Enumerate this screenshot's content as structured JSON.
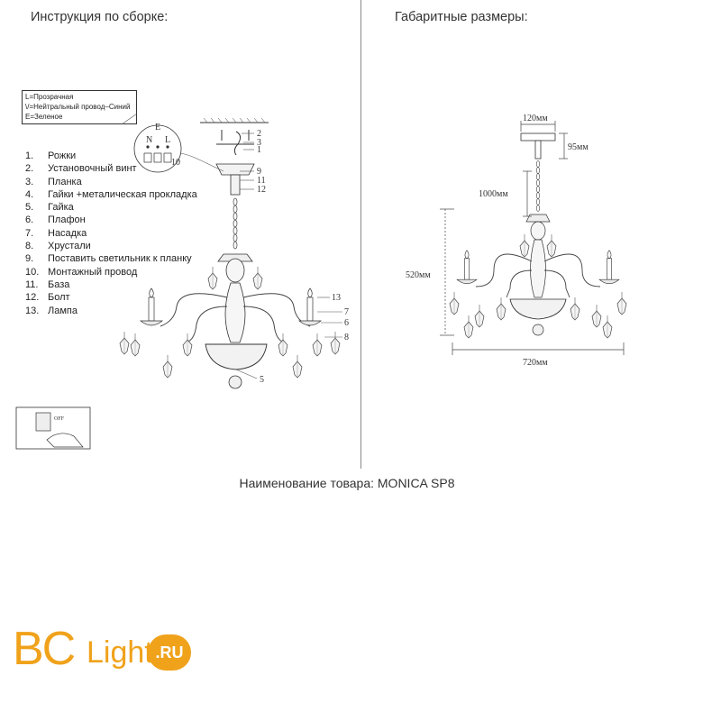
{
  "headings": {
    "assembly": "Инструкция по сборке:",
    "dimensions": "Габаритные размеры:"
  },
  "wiring_legend": [
    "L=Прозрачная",
    "\\/=Нейтральный провод–Синий",
    "E=Зеленое"
  ],
  "parts": [
    {
      "num": "1.",
      "label": "Рожки"
    },
    {
      "num": "2.",
      "label": "Установочный винт"
    },
    {
      "num": "3.",
      "label": "Планка"
    },
    {
      "num": "4.",
      "label": "Гайки +металическая прокладка"
    },
    {
      "num": "5.",
      "label": "Гайка"
    },
    {
      "num": "6.",
      "label": "Плафон"
    },
    {
      "num": "7.",
      "label": "Насадка"
    },
    {
      "num": "8.",
      "label": "Хрустали"
    },
    {
      "num": "9.",
      "label": "Поставить светильник к планку"
    },
    {
      "num": "10.",
      "label": "Монтажный провод"
    },
    {
      "num": "11.",
      "label": "База"
    },
    {
      "num": "12.",
      "label": "Болт"
    },
    {
      "num": "13.",
      "label": "Лампа"
    }
  ],
  "callouts": [
    "2",
    "3",
    "1",
    "9",
    "11",
    "12",
    "13",
    "7",
    "6",
    "8",
    "5",
    "10",
    "E",
    "N",
    "L",
    "OFF"
  ],
  "dimensions": {
    "canopy": "120мм",
    "canopy_height": "95мм",
    "chain": "1000мм",
    "height": "520мм",
    "width": "720мм"
  },
  "product": "Наименование товара: MONICA SP8",
  "logo": {
    "bc": "BC",
    "light": "Light",
    "domain": ".RU",
    "color": "#f0a21b"
  }
}
